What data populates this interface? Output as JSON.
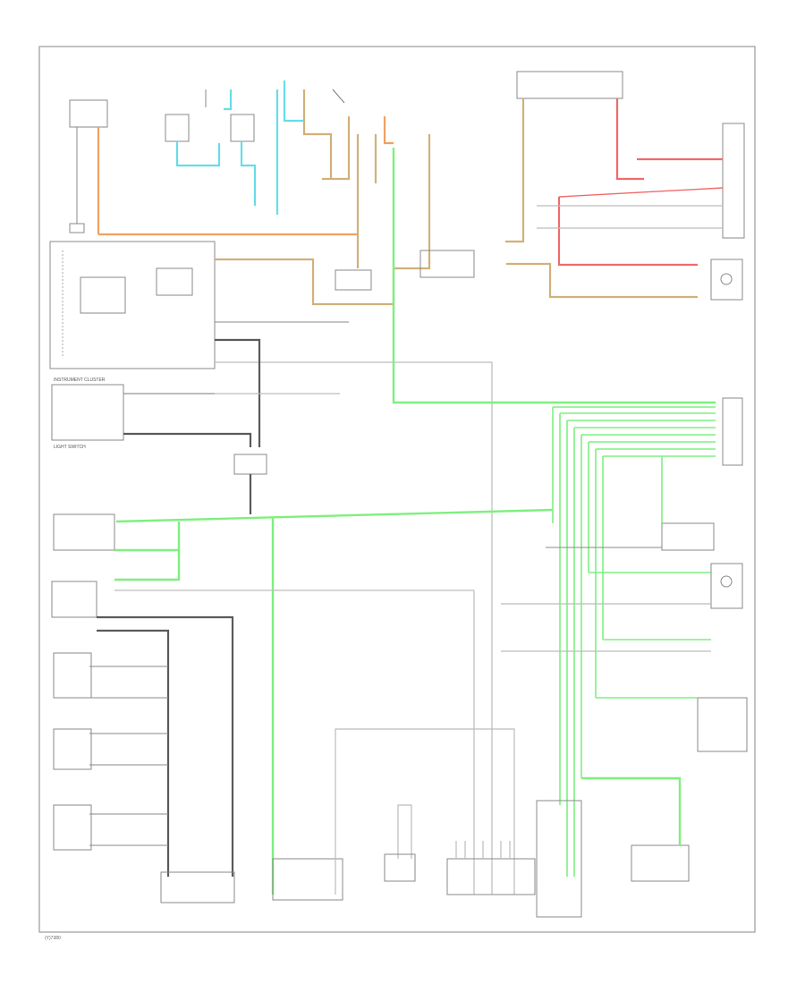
{
  "page_ref": "(Y)7380",
  "colors": {
    "wire_green": "#7ef07e",
    "wire_orange": "#f0a060",
    "wire_tan": "#d2b07a",
    "wire_cyan": "#66dde8",
    "wire_red": "#f06a6a",
    "wire_gray": "#bcbcbc",
    "wire_dark": "#5a5a5a",
    "border": "#9a9a9a"
  },
  "components": [
    {
      "id": "instrument-cluster",
      "label": "INSTRUMENT CLUSTER"
    },
    {
      "id": "light-switch",
      "label": "LIGHT SWITCH"
    }
  ]
}
